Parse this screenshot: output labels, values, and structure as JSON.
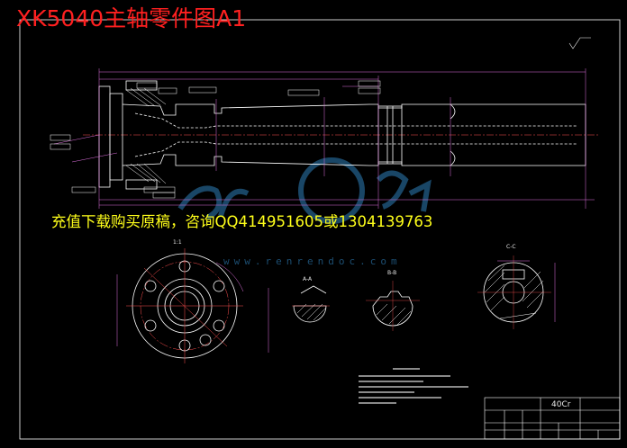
{
  "overlay": {
    "title": "XK5040主轴零件图A1",
    "promo": "充值下载购买原稿，咨询QQ414951605或1304139763",
    "watermark_url": "www.renrendoc.com"
  },
  "section_labels": {
    "section_a": "A-A",
    "section_b": "B-B",
    "section_c": "C-C",
    "view_label": "1:1"
  },
  "title_block": {
    "scale": "40Cr"
  },
  "colors": {
    "background": "#000000",
    "line": "#ffffff",
    "title_red": "#ff2020",
    "promo_yellow": "#ffff1a",
    "watermark_blue": "#1c4e72",
    "dim_magenta": "#e070e0",
    "cyan": "#40c0ff"
  }
}
